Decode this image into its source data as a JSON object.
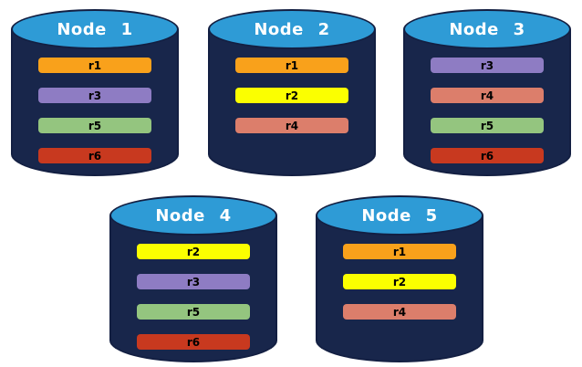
{
  "palette": {
    "cylinder_top": "#2E9BD6",
    "cylinder_body": "#18264B",
    "cylinder_outline": "#131F42",
    "replica_r1": "#F9A11B",
    "replica_r2": "#FBFF00",
    "replica_r3": "#8E7CC3",
    "replica_r4": "#DC7E6B",
    "replica_r5": "#94C57F",
    "replica_r6": "#C8391F"
  },
  "nodes": [
    {
      "title": "Node 1",
      "bars": [
        {
          "label": "r1",
          "color": "#F9A11B"
        },
        {
          "label": "r3",
          "color": "#8E7CC3"
        },
        {
          "label": "r5",
          "color": "#94C57F"
        },
        {
          "label": "r6",
          "color": "#C8391F"
        }
      ]
    },
    {
      "title": "Node 2",
      "bars": [
        {
          "label": "r1",
          "color": "#F9A11B"
        },
        {
          "label": "r2",
          "color": "#FBFF00"
        },
        {
          "label": "r4",
          "color": "#DC7E6B"
        }
      ]
    },
    {
      "title": "Node 3",
      "bars": [
        {
          "label": "r3",
          "color": "#8E7CC3"
        },
        {
          "label": "r4",
          "color": "#DC7E6B"
        },
        {
          "label": "r5",
          "color": "#94C57F"
        },
        {
          "label": "r6",
          "color": "#C8391F"
        }
      ]
    },
    {
      "title": "Node 4",
      "bars": [
        {
          "label": "r2",
          "color": "#FBFF00"
        },
        {
          "label": "r3",
          "color": "#8E7CC3"
        },
        {
          "label": "r5",
          "color": "#94C57F"
        },
        {
          "label": "r6",
          "color": "#C8391F"
        }
      ]
    },
    {
      "title": "Node 5",
      "bars": [
        {
          "label": "r1",
          "color": "#F9A11B"
        },
        {
          "label": "r2",
          "color": "#FBFF00"
        },
        {
          "label": "r4",
          "color": "#DC7E6B"
        }
      ]
    }
  ]
}
